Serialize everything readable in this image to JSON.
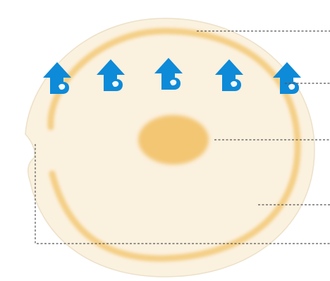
{
  "colors": {
    "background": "#ffffff",
    "disc_fill": "#fbf1df",
    "disc_edge": "#ece0c8",
    "ring": "#f4cf86",
    "center_blob": "#f3c673",
    "arrow": "#0d8ad8",
    "arrow_dark": "#0a6aa8",
    "leader_line": "#555555"
  },
  "icons": {
    "arrow": "up-arrow-icon"
  },
  "arrows": {
    "count": 5
  },
  "leader_lines": {
    "count": 5,
    "style": "dashed"
  },
  "labels": []
}
